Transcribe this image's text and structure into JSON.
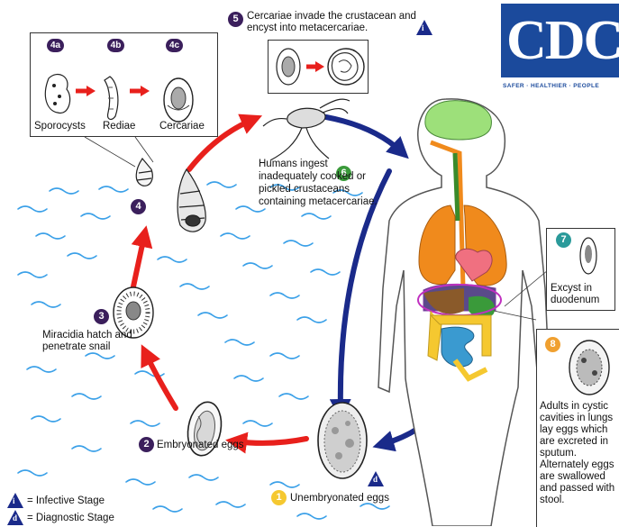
{
  "logo": {
    "text": "CDC",
    "tagline": "SAFER · HEALTHIER · PEOPLE"
  },
  "stages": {
    "s1": {
      "num": "1",
      "label": "Unembryonated eggs"
    },
    "s2": {
      "num": "2",
      "label": "Embryonated eggs"
    },
    "s3": {
      "num": "3",
      "label": "Miracidia hatch and penetrate snail"
    },
    "s4": {
      "num": "4"
    },
    "s4a": {
      "num": "4a",
      "label": "Sporocysts"
    },
    "s4b": {
      "num": "4b",
      "label": "Rediae"
    },
    "s4c": {
      "num": "4c",
      "label": "Cercariae"
    },
    "s5": {
      "num": "5",
      "label": "Cercariae invade the crustacean and encyst into metacercariae."
    },
    "s6": {
      "num": "6",
      "label": "Humans ingest inadequately cooked or pickled crustaceans containing metacercariae."
    },
    "s7": {
      "num": "7",
      "label": "Excyst in duodenum"
    },
    "s8": {
      "num": "8",
      "label": "Adults in cystic cavities in lungs lay eggs which are excreted in sputum. Alternately eggs are swallowed and passed with stool."
    }
  },
  "legend": {
    "infective": {
      "symbol": "i",
      "label": "= Infective Stage"
    },
    "diagnostic": {
      "symbol": "d",
      "label": "= Diagnostic Stage"
    }
  },
  "colors": {
    "stage_badge": "#3b1f5c",
    "badge_green": "#3a9a3a",
    "badge_teal": "#2a9a9a",
    "badge_orange": "#f0a030",
    "badge_yellow": "#f5c830",
    "arrow_red": "#e8201c",
    "arrow_blue": "#1a2a8a",
    "water_blue": "#3aa0e8",
    "logo_blue": "#1b4a9c"
  }
}
